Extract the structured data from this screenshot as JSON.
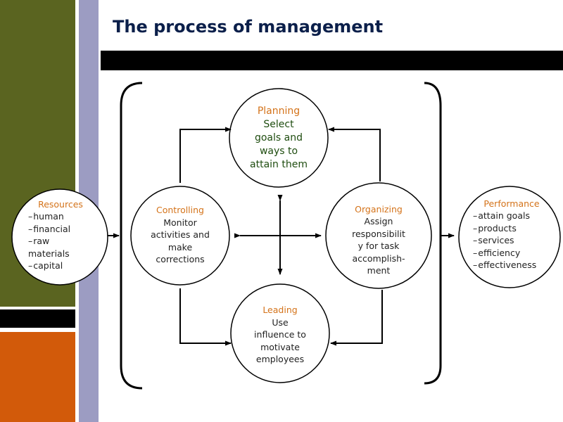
{
  "title": "The process of management",
  "colors": {
    "heading": "#d4731a",
    "planning_text": "#1f4d10",
    "title_text": "#0b1f4a",
    "band_olive": "#5a6420",
    "band_lavender": "#9c9cc2",
    "band_orange": "#d25a0a"
  },
  "nodes": {
    "planning": {
      "heading": "Planning",
      "lines": [
        "Select",
        "goals and",
        "ways to",
        "attain them"
      ]
    },
    "organizing": {
      "heading": "Organizing",
      "lines": [
        "Assign",
        "responsibilit",
        "y for task",
        "accomplish-",
        "ment"
      ]
    },
    "leading": {
      "heading": "Leading",
      "lines": [
        "Use",
        "influence to",
        "motivate",
        "employees"
      ]
    },
    "controlling": {
      "heading": "Controlling",
      "lines": [
        "Monitor",
        "activities  and",
        "make",
        "corrections"
      ]
    },
    "resources": {
      "heading": "Resources",
      "items": [
        "human",
        "financial",
        "raw materials",
        "capital"
      ]
    },
    "performance": {
      "heading": "Performance",
      "items": [
        "attain goals",
        "products",
        "services",
        "efficiency",
        "effectiveness"
      ]
    }
  }
}
